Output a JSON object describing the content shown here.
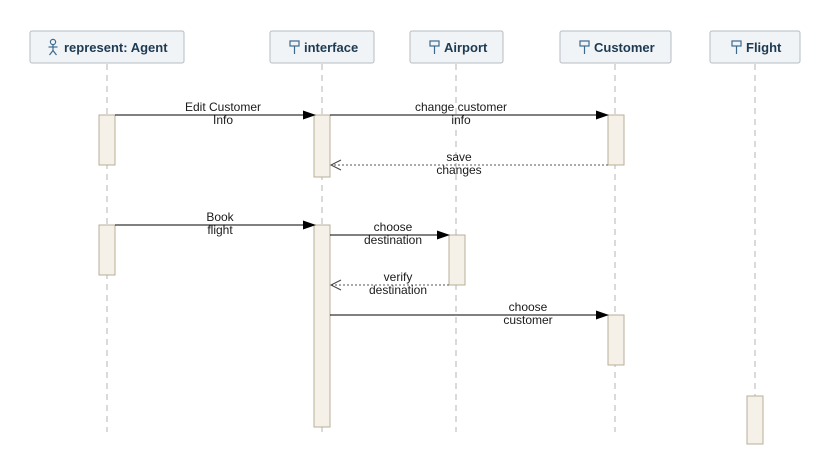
{
  "diagram": {
    "participants": [
      {
        "id": "agent",
        "label": "represent: Agent",
        "icon": "actor-icon"
      },
      {
        "id": "interface",
        "label": "interface",
        "icon": "boundary-icon"
      },
      {
        "id": "airport",
        "label": "Airport",
        "icon": "boundary-icon"
      },
      {
        "id": "customer",
        "label": "Customer",
        "icon": "boundary-icon"
      },
      {
        "id": "flight",
        "label": "Flight",
        "icon": "boundary-icon"
      }
    ],
    "messages": [
      {
        "label": [
          "Edit Customer",
          "Info"
        ],
        "from": "agent",
        "to": "interface",
        "kind": "call"
      },
      {
        "label": [
          "change customer",
          "info"
        ],
        "from": "interface",
        "to": "customer",
        "kind": "call"
      },
      {
        "label": [
          "save",
          "changes"
        ],
        "from": "customer",
        "to": "interface",
        "kind": "reply"
      },
      {
        "label": [
          "Book",
          "flight"
        ],
        "from": "agent",
        "to": "interface",
        "kind": "call"
      },
      {
        "label": [
          "choose",
          "destination"
        ],
        "from": "interface",
        "to": "airport",
        "kind": "call"
      },
      {
        "label": [
          "verify",
          "destination"
        ],
        "from": "airport",
        "to": "interface",
        "kind": "reply"
      },
      {
        "label": [
          "choose",
          "customer"
        ],
        "from": "interface",
        "to": "customer",
        "kind": "call"
      }
    ],
    "colors": {
      "header_fill": "#f1f4f6",
      "header_text": "#1d3a52",
      "activation_fill": "#f5f1e8",
      "lifeline": "#b5b5b5",
      "icon": "#3b6a8f"
    }
  }
}
